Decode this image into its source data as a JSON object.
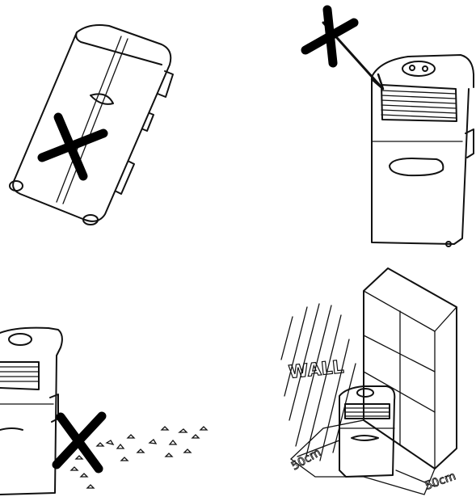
{
  "wall_label": "WALL",
  "clearance_left": "50cm",
  "clearance_right": "50cm"
}
